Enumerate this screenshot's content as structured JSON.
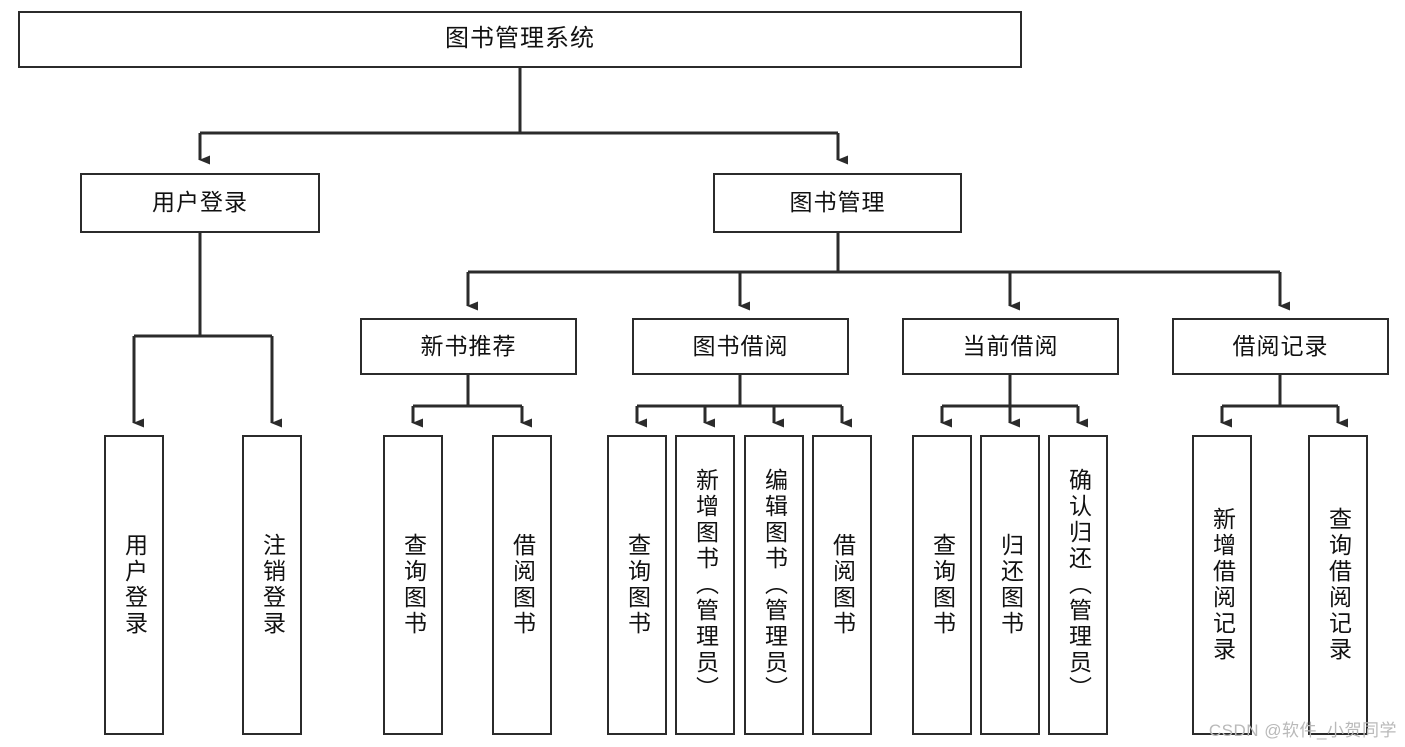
{
  "diagram": {
    "title": "图书管理系统",
    "type": "hierarchy-tree",
    "levels": 4,
    "root": {
      "label": "图书管理系统"
    },
    "level2": [
      {
        "label": "用户登录"
      },
      {
        "label": "图书管理"
      }
    ],
    "level3": [
      {
        "label": "新书推荐",
        "parent": "图书管理"
      },
      {
        "label": "图书借阅",
        "parent": "图书管理"
      },
      {
        "label": "当前借阅",
        "parent": "图书管理"
      },
      {
        "label": "借阅记录",
        "parent": "图书管理"
      }
    ],
    "leaves": [
      {
        "label": "用户登录",
        "parent": "用户登录"
      },
      {
        "label": "注销登录",
        "parent": "用户登录"
      },
      {
        "label": "查询图书",
        "parent": "新书推荐"
      },
      {
        "label": "借阅图书",
        "parent": "新书推荐"
      },
      {
        "label": "查询图书",
        "parent": "图书借阅"
      },
      {
        "label": "新增图书（管理员）",
        "parent": "图书借阅"
      },
      {
        "label": "编辑图书（管理员）",
        "parent": "图书借阅"
      },
      {
        "label": "借阅图书",
        "parent": "图书借阅"
      },
      {
        "label": "查询图书",
        "parent": "当前借阅"
      },
      {
        "label": "归还图书",
        "parent": "当前借阅"
      },
      {
        "label": "确认归还（管理员）",
        "parent": "当前借阅"
      },
      {
        "label": "新增借阅记录",
        "parent": "借阅记录"
      },
      {
        "label": "查询借阅记录",
        "parent": "借阅记录"
      }
    ]
  },
  "watermark": {
    "text": "CSDN @软件_小贺同学"
  },
  "colors": {
    "stroke": "#2b2b2b",
    "background": "#ffffff",
    "text": "#111111",
    "watermark": "#b9b9b9"
  }
}
